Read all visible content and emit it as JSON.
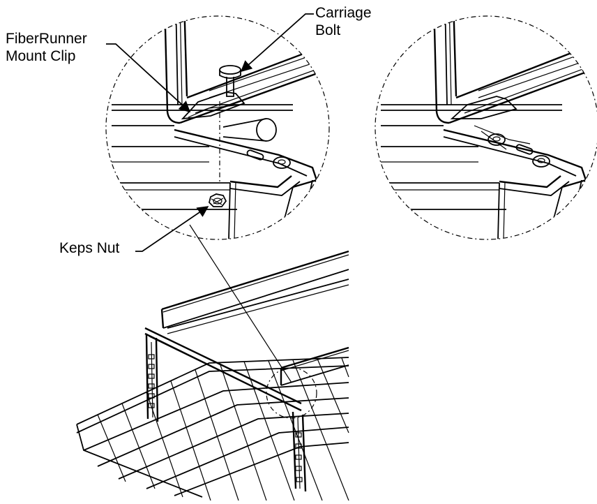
{
  "labels": {
    "mount_clip_line1": "FiberRunner",
    "mount_clip_line2": "Mount Clip",
    "carriage_bolt_line1": "Carriage",
    "carriage_bolt_line2": "Bolt",
    "keps_nut": "Keps Nut"
  }
}
